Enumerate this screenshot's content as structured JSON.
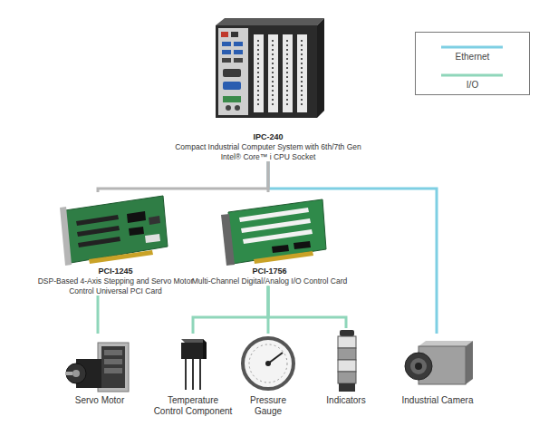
{
  "diagram": {
    "nodes": [
      {
        "text": [
          "IPC-240",
          "Compact Industrial Computer System with 6th/7th Gen Intel® Core™ i CPU Socket"
        ]
      },
      {
        "text": [
          "PCI-1245",
          "DSP-Based 4-Axis Stepping and Servo Motor Control Universal PCI Card"
        ]
      },
      {
        "text": [
          "PCI-1756",
          "Multi-Channel Digital/Analog I/O Control Card"
        ]
      },
      {
        "text": [
          "Servo Motor"
        ]
      },
      {
        "text": [
          "Temperature Control Component"
        ]
      },
      {
        "text": [
          "Pressure Gauge"
        ]
      },
      {
        "text": [
          "Indicators"
        ]
      },
      {
        "text": [
          "Industrial Camera"
        ]
      }
    ],
    "edges": [
      {
        "from": 0,
        "to": 1,
        "arrow": "none"
      },
      {
        "from": 0,
        "to": 2,
        "arrow": "none"
      },
      {
        "from": 0,
        "to": 7,
        "arrow": "none"
      },
      {
        "from": 1,
        "to": 3,
        "arrow": "none"
      },
      {
        "from": 2,
        "to": 4,
        "arrow": "none"
      },
      {
        "from": 2,
        "to": 5,
        "arrow": "none"
      },
      {
        "from": 2,
        "to": 6,
        "arrow": "none"
      }
    ],
    "legend": [
      {
        "text": "Ethernet"
      },
      {
        "text": "I/O"
      }
    ]
  }
}
